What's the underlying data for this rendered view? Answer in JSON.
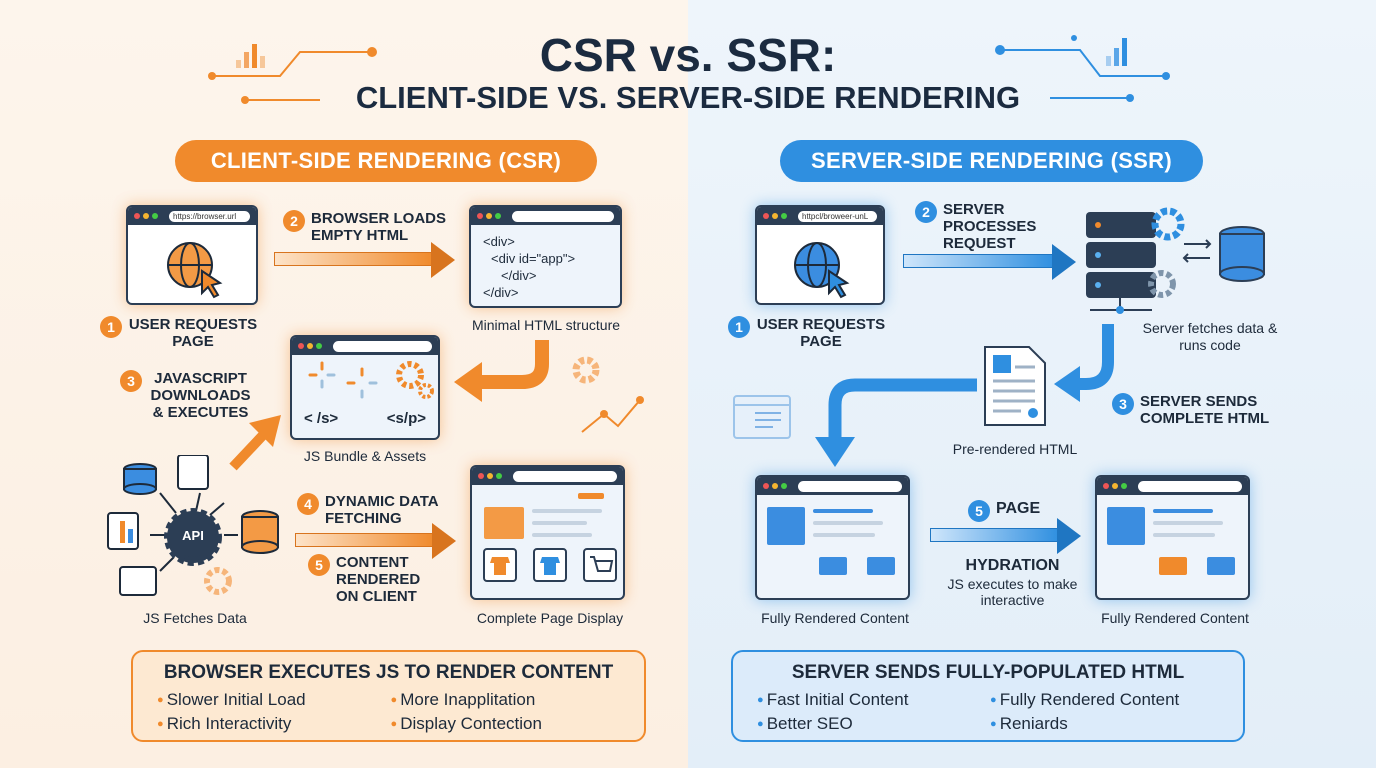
{
  "header": {
    "title": "CSR vs. SSR:",
    "subtitle": "CLIENT-SIDE VS. SERVER-SIDE RENDERING"
  },
  "colors": {
    "csr": "#f08a2c",
    "ssr": "#2f8fe0"
  },
  "csr": {
    "pill": "CLIENT-SIDE RENDERING (CSR)",
    "url": "https://browser.url",
    "steps": [
      {
        "n": "1",
        "label": "USER REQUESTS PAGE"
      },
      {
        "n": "2",
        "label": "BROWSER LOADS EMPTY HTML"
      },
      {
        "n": "3",
        "label": "JAVASCRIPT DOWNLOADS & EXECUTES"
      },
      {
        "n": "4",
        "label": "DYNAMIC DATA FETCHING"
      },
      {
        "n": "5",
        "label": "CONTENT RENDERED ON CLIENT"
      }
    ],
    "code": [
      "<div>",
      "<div id=\"app\">",
      "</div>",
      "</div>"
    ],
    "bundle_tags": [
      "< /s>",
      "<s/p>"
    ],
    "api_label": "API",
    "captions": {
      "minimal": "Minimal HTML structure",
      "bundle": "JS Bundle & Assets",
      "fetch": "JS Fetches Data",
      "complete": "Complete Page Display"
    },
    "summary": {
      "title": "BROWSER EXECUTES JS TO RENDER CONTENT",
      "items": [
        "Slower Initial Load",
        "More Inapplitation",
        "Rich Interactivity",
        "Display Contection"
      ]
    }
  },
  "ssr": {
    "pill": "SERVER-SIDE RENDERING (SSR)",
    "url": "httpcl/broweer-unL",
    "steps": [
      {
        "n": "1",
        "label": "USER REQUESTS PAGE"
      },
      {
        "n": "2",
        "label": "SERVER PROCESSES REQUEST"
      },
      {
        "n": "3",
        "label": "SERVER SENDS COMPLETE HTML"
      },
      {
        "n": "5",
        "label": "PAGE"
      }
    ],
    "hydration": {
      "title": "HYDRATION",
      "desc": "JS executes to make interactive"
    },
    "captions": {
      "server": "Server fetches data & runs code",
      "prerendered": "Pre-rendered HTML",
      "full1": "Fully Rendered Content",
      "full2": "Fully Rendered Content"
    },
    "summary": {
      "title": "SERVER SENDS FULLY-POPULATED HTML",
      "items": [
        "Fast Initial Content",
        "Fully Rendered Content",
        "Better SEO",
        "Reniards"
      ]
    }
  }
}
